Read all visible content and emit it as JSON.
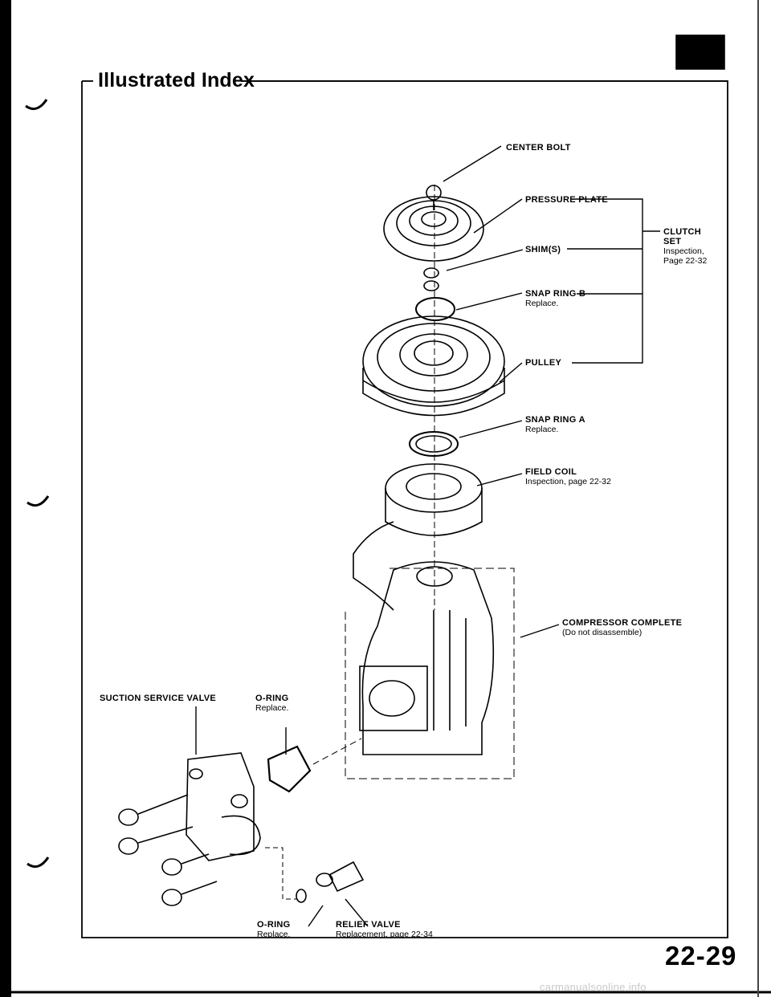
{
  "header": {
    "title": "Illustrated Index"
  },
  "labels": {
    "center_bolt": "CENTER BOLT",
    "pressure_plate": "PRESSURE PLATE",
    "clutch_set": "CLUTCH",
    "clutch_set_2": "SET",
    "clutch_set_note_1": "Inspection,",
    "clutch_set_note_2": "Page 22-32",
    "shims": "SHIM(S)",
    "snap_ring_b": "SNAP RING B",
    "snap_ring_b_note": "Replace.",
    "pulley": "PULLEY",
    "snap_ring_a": "SNAP RING A",
    "snap_ring_a_note": "Replace.",
    "field_coil": "FIELD COIL",
    "field_coil_note": "Inspection, page 22-32",
    "compressor": "COMPRESSOR COMPLETE",
    "compressor_note": "(Do not disassemble)",
    "suction_valve": "SUCTION SERVICE VALVE",
    "oring_top": "O-RING",
    "oring_top_note": "Replace.",
    "oring_bottom": "O-RING",
    "oring_bottom_note": "Replace.",
    "relief_valve": "RELIEF VALVE",
    "relief_valve_note": "Replacement, page 22-34"
  },
  "page_number": "22-29",
  "footer": "carmanualsonline.info"
}
